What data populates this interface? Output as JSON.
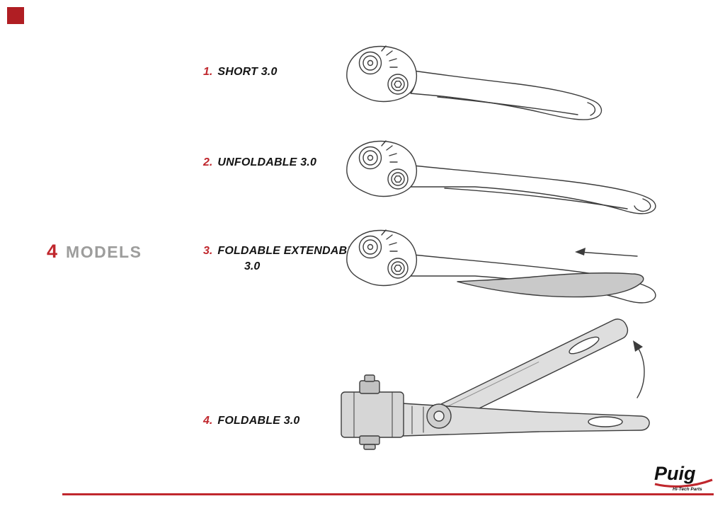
{
  "heading": {
    "number": "4",
    "label": "MODELS"
  },
  "models": [
    {
      "number": "1.",
      "name": "SHORT 3.0"
    },
    {
      "number": "2.",
      "name": "UNFOLDABLE 3.0"
    },
    {
      "number": "3.",
      "name": "FOLDABLE EXTENDABLE",
      "name_line2": "3.0"
    },
    {
      "number": "4.",
      "name": "FOLDABLE 3.0"
    }
  ],
  "logo": {
    "brand": "Puig",
    "tagline": "Hi-Tech Parts"
  },
  "icons": {
    "extend_direction_arrow": "←",
    "fold_rotation_arrow": "⤴"
  },
  "colors": {
    "accent_red": "#c0272d",
    "heading_gray": "#9d9d9c",
    "line_art": "#3c3c3c",
    "shaded_part": "#c9c9c9"
  }
}
